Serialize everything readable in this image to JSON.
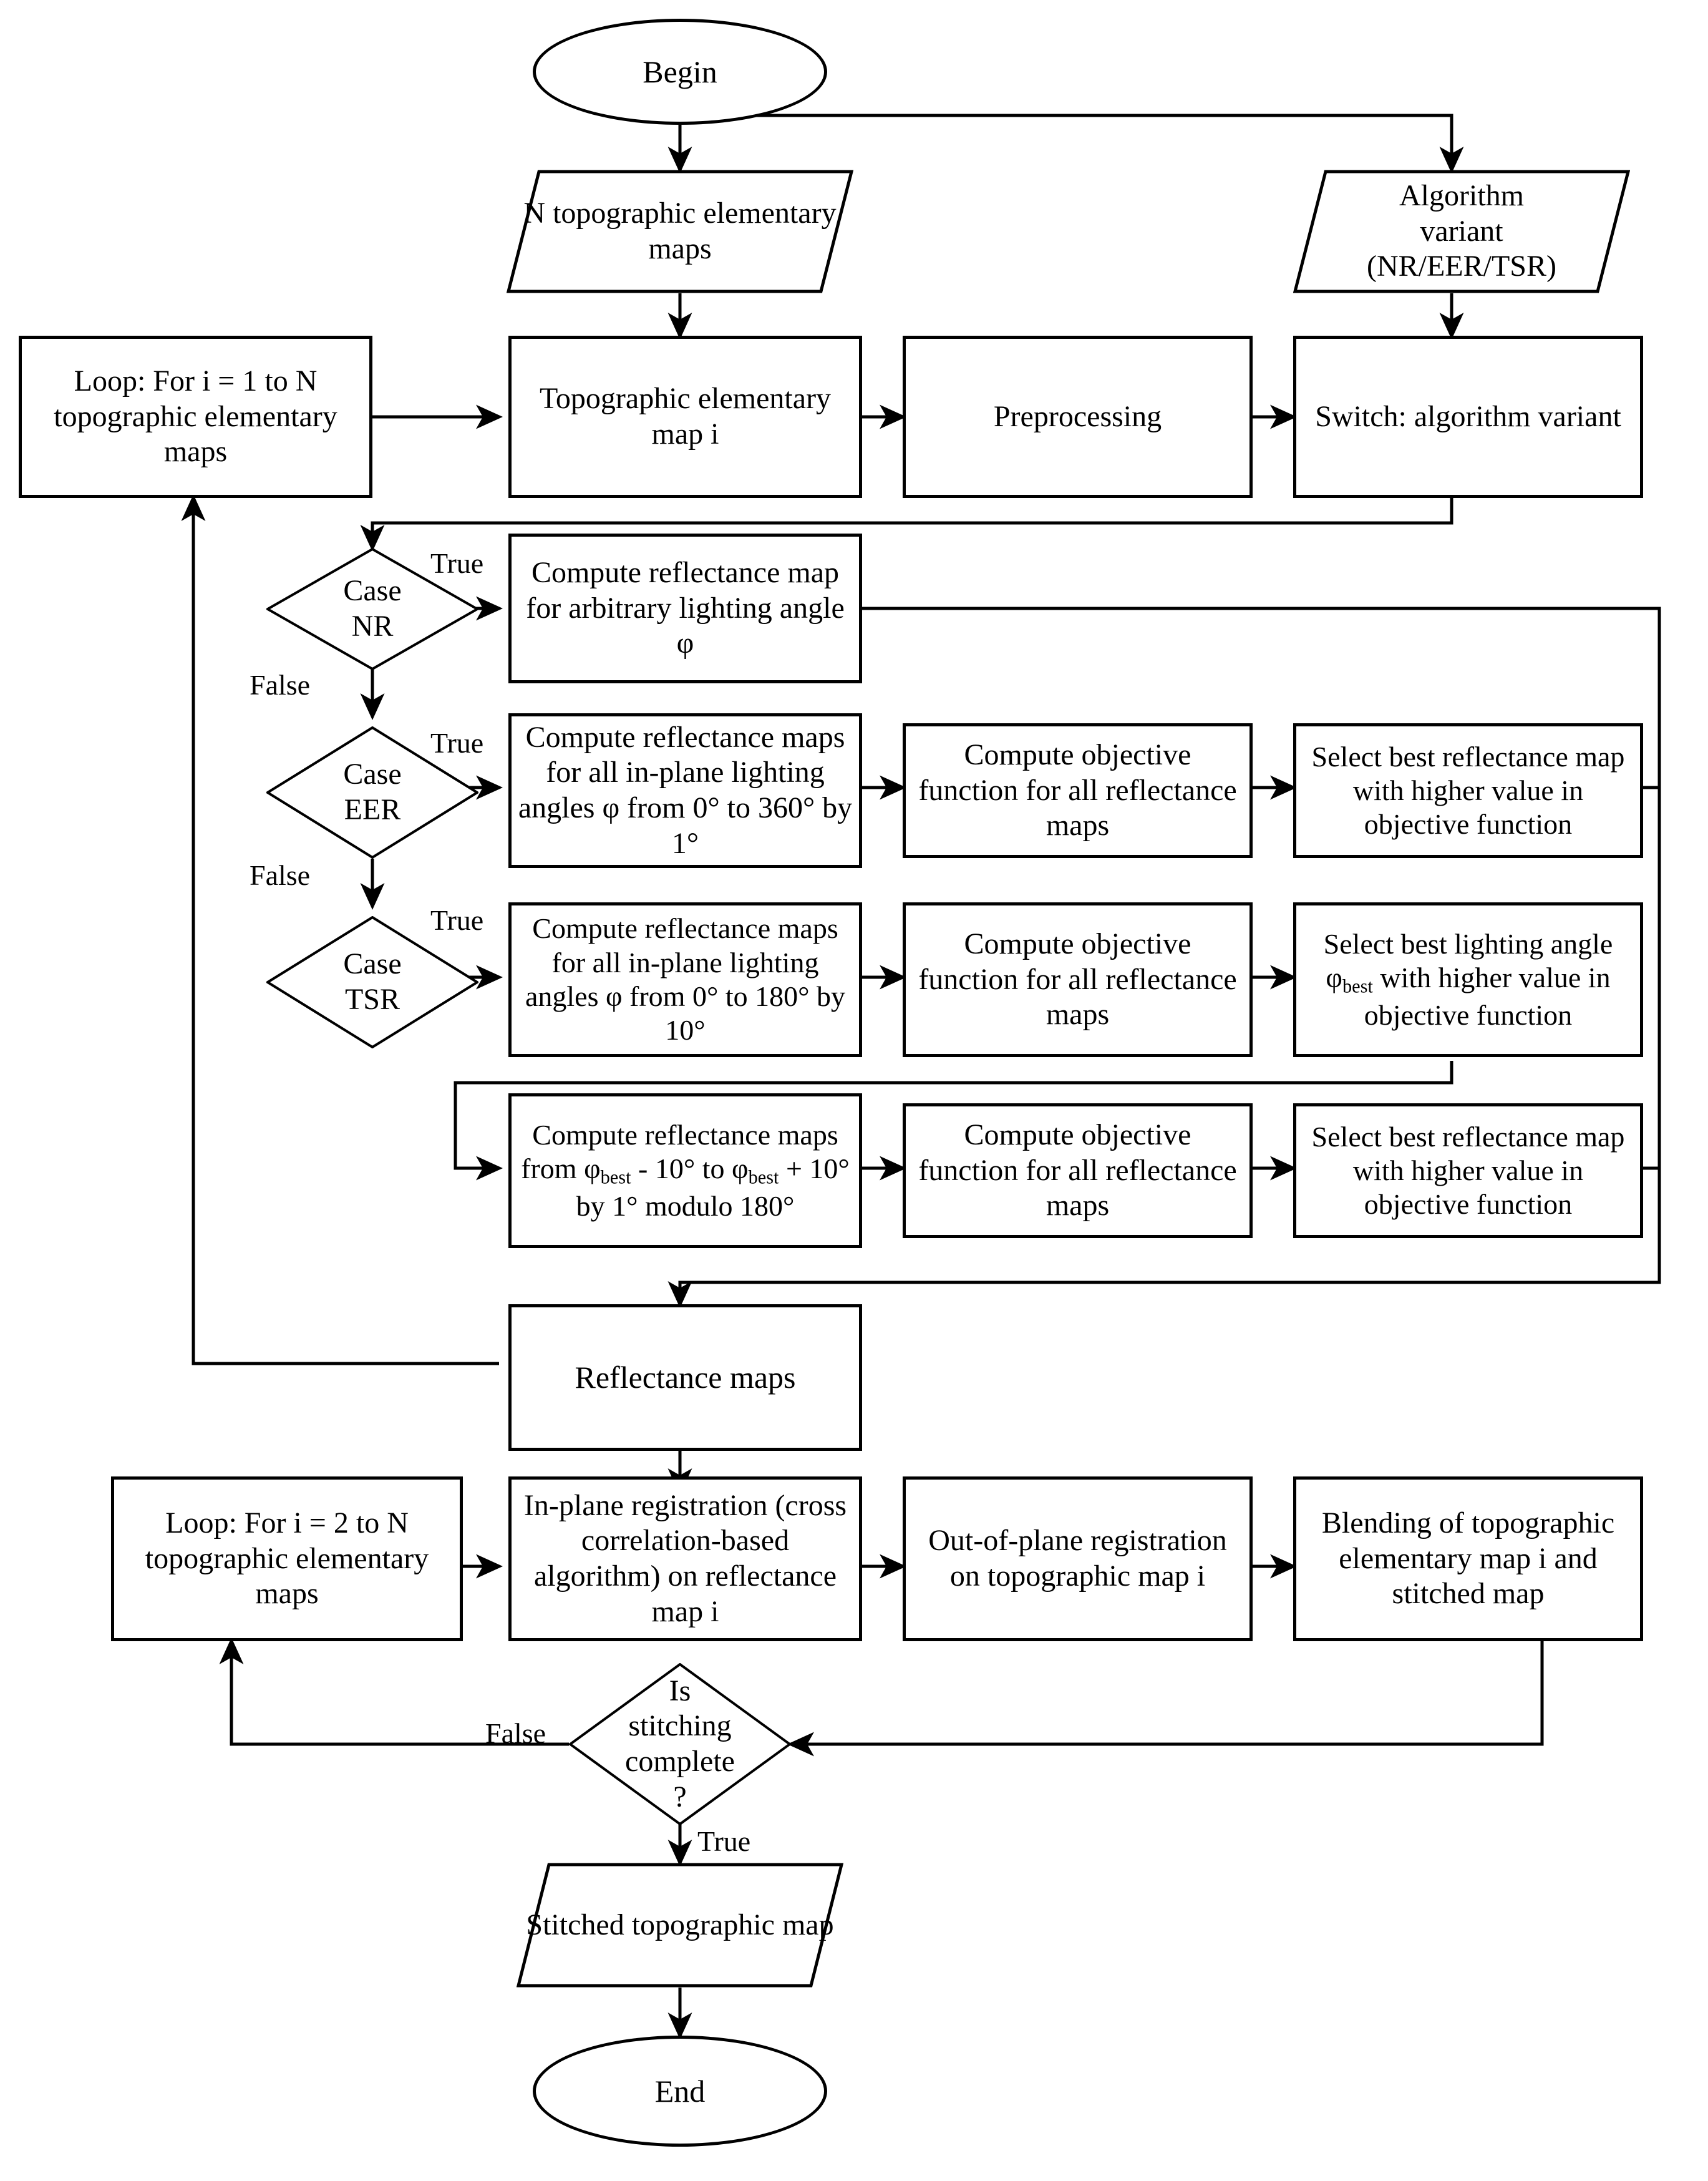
{
  "diagram": {
    "title": "Topographic map stitching algorithm flowchart",
    "stroke_color": "#000000",
    "background_color": "#ffffff"
  },
  "nodes": {
    "begin": {
      "label": "Begin",
      "shape": "terminator"
    },
    "input_maps": {
      "label": "N topographic elementary maps",
      "shape": "parallelogram"
    },
    "input_variant_l1": {
      "label": "Algorithm",
      "label2": "variant",
      "label3": "(NR/EER/TSR)",
      "shape": "parallelogram"
    },
    "loop_outer": {
      "label": "Loop: For i = 1 to N topographic elementary maps",
      "shape": "process"
    },
    "topo_map_i": {
      "label": "Topographic elementary map i",
      "shape": "process"
    },
    "preprocessing": {
      "label": "Preprocessing",
      "shape": "process"
    },
    "switch_variant": {
      "label": "Switch: algorithm variant",
      "shape": "process"
    },
    "case_nr": {
      "label_line1": "Case",
      "label_line2": "NR",
      "shape": "decision"
    },
    "case_eer": {
      "label_line1": "Case",
      "label_line2": "EER",
      "shape": "decision"
    },
    "case_tsr": {
      "label_line1": "Case",
      "label_line2": "TSR",
      "shape": "decision"
    },
    "nr_compute": {
      "label": "Compute reflectance map for arbitrary lighting angle φ",
      "shape": "process"
    },
    "eer_compute": {
      "label": "Compute reflectance maps for all in-plane lighting angles φ from 0° to 360° by 1°",
      "shape": "process"
    },
    "eer_objective": {
      "label": "Compute objective function for all reflectance maps",
      "shape": "process"
    },
    "eer_select": {
      "label": "Select best reflectance map with higher value in objective function",
      "shape": "process"
    },
    "tsr_compute": {
      "label": "Compute reflectance maps for all in-plane lighting angles φ from 0° to 180° by 10°",
      "shape": "process"
    },
    "tsr_objective": {
      "label": "Compute objective function for all reflectance maps",
      "shape": "process"
    },
    "tsr_select_angle": {
      "label_html": "Select best lighting angle φ<sub>best</sub> with higher value in objective function",
      "shape": "process"
    },
    "tsr_refine": {
      "label_html": "Compute reflectance maps from φ<sub>best</sub> - 10° to φ<sub>best</sub> + 10° by 1° modulo 180°",
      "shape": "process"
    },
    "tsr_refine_objective": {
      "label": "Compute objective function for all reflectance maps",
      "shape": "process"
    },
    "tsr_refine_select": {
      "label": "Select best reflectance map with higher value in objective function",
      "shape": "process"
    },
    "reflectance_maps": {
      "label": "Reflectance maps",
      "shape": "process"
    },
    "loop_stitch": {
      "label": "Loop: For i = 2 to N topographic elementary maps",
      "shape": "process"
    },
    "inplane_reg": {
      "label": "In-plane registration (cross correlation-based algorithm) on reflectance map i",
      "shape": "process"
    },
    "outofplane_reg": {
      "label": "Out-of-plane registration on topographic map i",
      "shape": "process"
    },
    "blending": {
      "label": "Blending of topographic elementary map i and stitched map",
      "shape": "process"
    },
    "stitching_done": {
      "label_html": "Is stitching complete ?",
      "shape": "decision"
    },
    "output_map": {
      "label": "Stitched topographic map",
      "shape": "parallelogram"
    },
    "end": {
      "label": "End",
      "shape": "terminator"
    }
  },
  "edge_labels": {
    "nr_true": "True",
    "nr_false": "False",
    "eer_true": "True",
    "eer_false": "False",
    "tsr_true": "True",
    "stitch_false": "False",
    "stitch_true": "True"
  }
}
